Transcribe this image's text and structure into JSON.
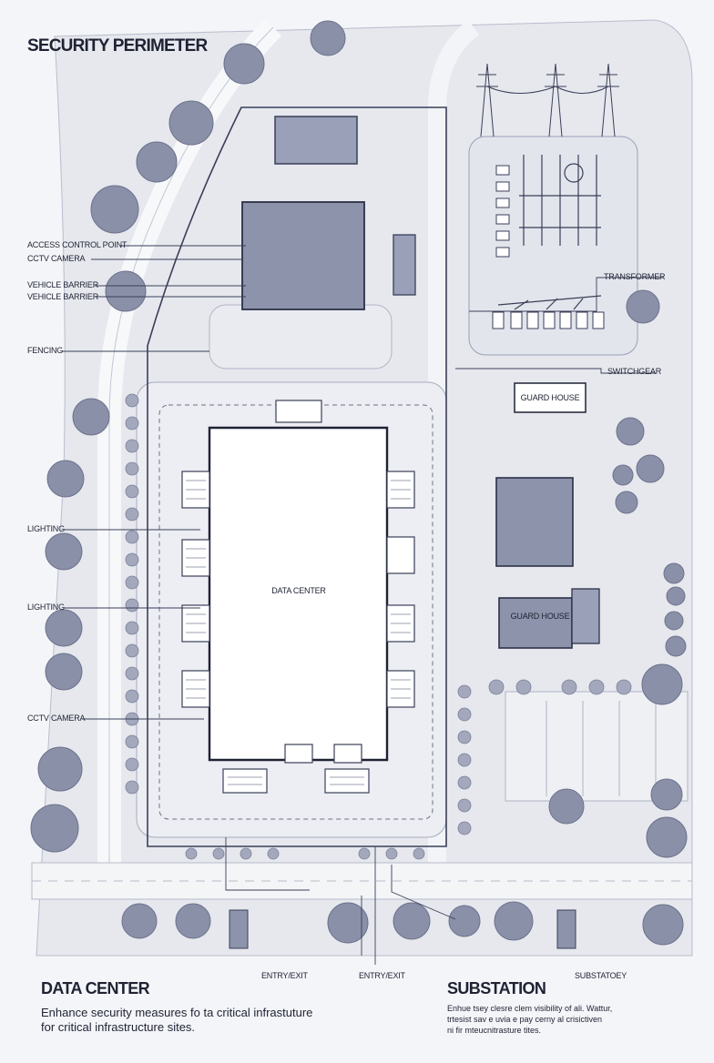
{
  "title": "SECURITY PERIMETER",
  "callouts": {
    "access_control_point": "ACCESS CONTROL POINT",
    "cctv_camera_top": "CCTV CAMERA",
    "vehicle_barrier_1": "VEHICLE BARRIER",
    "vehicle_barrier_2": "VEHICLE BARRIER",
    "fencing": "FENCING",
    "lighting_1": "LIGHTING",
    "lighting_2": "LIGHTING",
    "cctv_camera_bottom": "CCTV CAMERA",
    "transformer": "TRANSFORMER",
    "switchgear": "SWITCHGEAR",
    "entry_exit_1": "ENTRY/EXIT",
    "entry_exit_2": "ENTRY/EXIT",
    "substation_small": "SUBSTATOEY"
  },
  "buildings": {
    "data_center": "DATA CENTER",
    "guard_house_1": "GUARD HOUSE",
    "guard_house_2": "GUARD HOUSE"
  },
  "footer": {
    "left_heading": "DATA CENTER",
    "left_text_1": "Enhance security measures fo ta critical infrastuture",
    "left_text_2": "for critical infrastructure sites.",
    "right_heading": "SUBSTATION",
    "right_text_1": "Enhue tsey clesre clem visibility of ali. Wattur,",
    "right_text_2": "trtesist sav e uvia e pay cerny al crisictiven",
    "right_text_3": "ni fir mteucnitrasture tites."
  },
  "colors": {
    "ink": "#1e2233",
    "line": "#3a3f58",
    "grass": "#dfe2ea",
    "pavement": "#ebedf2",
    "road": "#f1f2f5",
    "building": "#8c93ab",
    "tree": "#8a90a8"
  }
}
